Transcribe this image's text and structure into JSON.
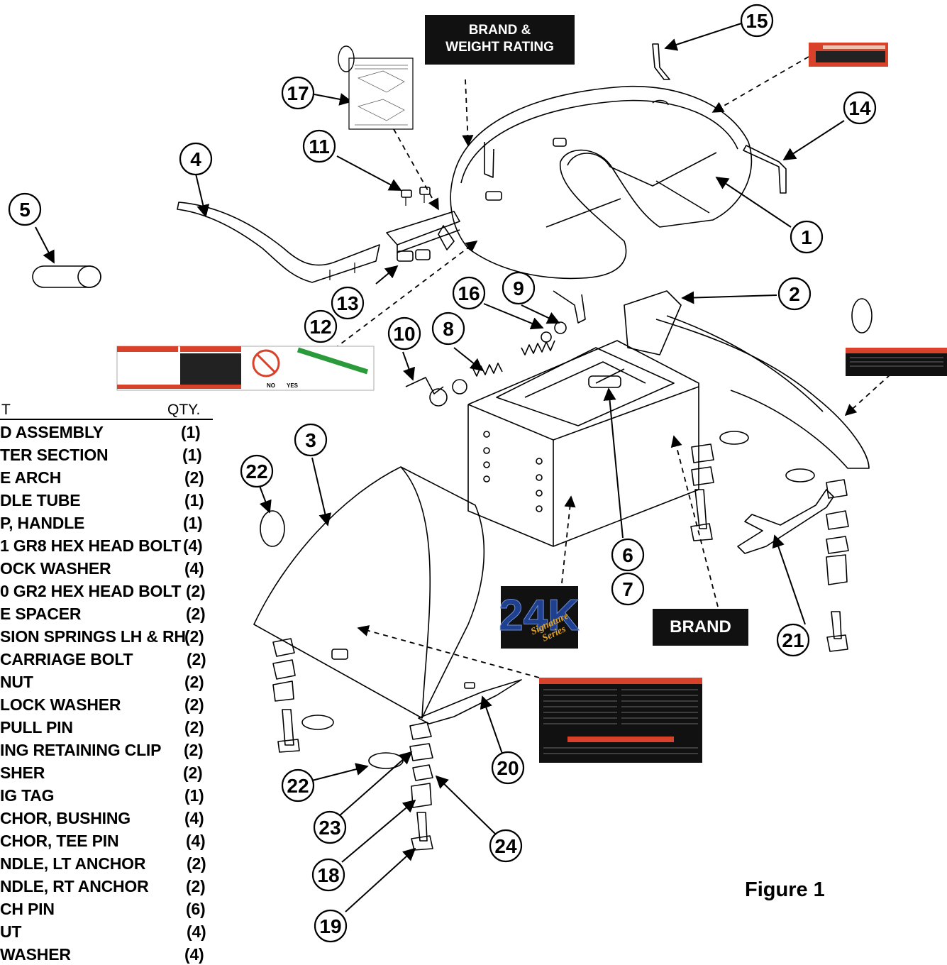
{
  "diagram": {
    "callout_numbers": [
      "1",
      "2",
      "3",
      "4",
      "5",
      "6",
      "7",
      "8",
      "9",
      "10",
      "11",
      "12",
      "13",
      "14",
      "15",
      "16",
      "17",
      "18",
      "19",
      "20",
      "21",
      "22",
      "22",
      "23",
      "24"
    ],
    "brand_weight_label": [
      "BRAND &",
      "WEIGHT RATING"
    ],
    "brand_label": "BRAND",
    "badge_24k": "24K",
    "badge_series": [
      "Signature",
      "Series"
    ],
    "decal_no": "NO",
    "decal_yes": "YES",
    "figure_label": "Figure 1"
  },
  "parts_table": {
    "header_part": "T",
    "header_qty": "QTY.",
    "rows": [
      {
        "desc": "D ASSEMBLY",
        "qty": "(1)"
      },
      {
        "desc": "TER SECTION",
        "qty": "(1)"
      },
      {
        "desc": "E ARCH",
        "qty": "(2)"
      },
      {
        "desc": "DLE TUBE",
        "qty": "(1)"
      },
      {
        "desc": "P, HANDLE",
        "qty": "(1)"
      },
      {
        "desc": "1 GR8 HEX HEAD BOLT",
        "qty": "(4)"
      },
      {
        "desc": "OCK WASHER",
        "qty": "(4)"
      },
      {
        "desc": "0 GR2 HEX HEAD BOLT",
        "qty": "(2)"
      },
      {
        "desc": "E SPACER",
        "qty": "(2)"
      },
      {
        "desc": "SION SPRINGS LH & RH",
        "qty": "(2)"
      },
      {
        "desc": "CARRIAGE BOLT",
        "qty": "(2)"
      },
      {
        "desc": "NUT",
        "qty": "(2)"
      },
      {
        "desc": "LOCK WASHER",
        "qty": "(2)"
      },
      {
        "desc": " PULL PIN",
        "qty": "(2)"
      },
      {
        "desc": "ING RETAINING CLIP",
        "qty": "(2)"
      },
      {
        "desc": "SHER",
        "qty": "(2)"
      },
      {
        "desc": "IG TAG",
        "qty": "(1)"
      },
      {
        "desc": "CHOR, BUSHING",
        "qty": "(4)"
      },
      {
        "desc": "CHOR, TEE PIN",
        "qty": "(4)"
      },
      {
        "desc": "NDLE, LT ANCHOR",
        "qty": "(2)"
      },
      {
        "desc": "NDLE, RT ANCHOR",
        "qty": "(2)"
      },
      {
        "desc": "CH PIN",
        "qty": "(6)"
      },
      {
        "desc": "UT",
        "qty": "(4)"
      },
      {
        "desc": " WASHER",
        "qty": "(4)"
      }
    ]
  },
  "colors": {
    "label_bg": "#111111",
    "warning_red": "#d8412a",
    "badge_blue": "#1f3f8f",
    "badge_gold": "#e0a020",
    "decal_green": "#2a9a3a"
  }
}
